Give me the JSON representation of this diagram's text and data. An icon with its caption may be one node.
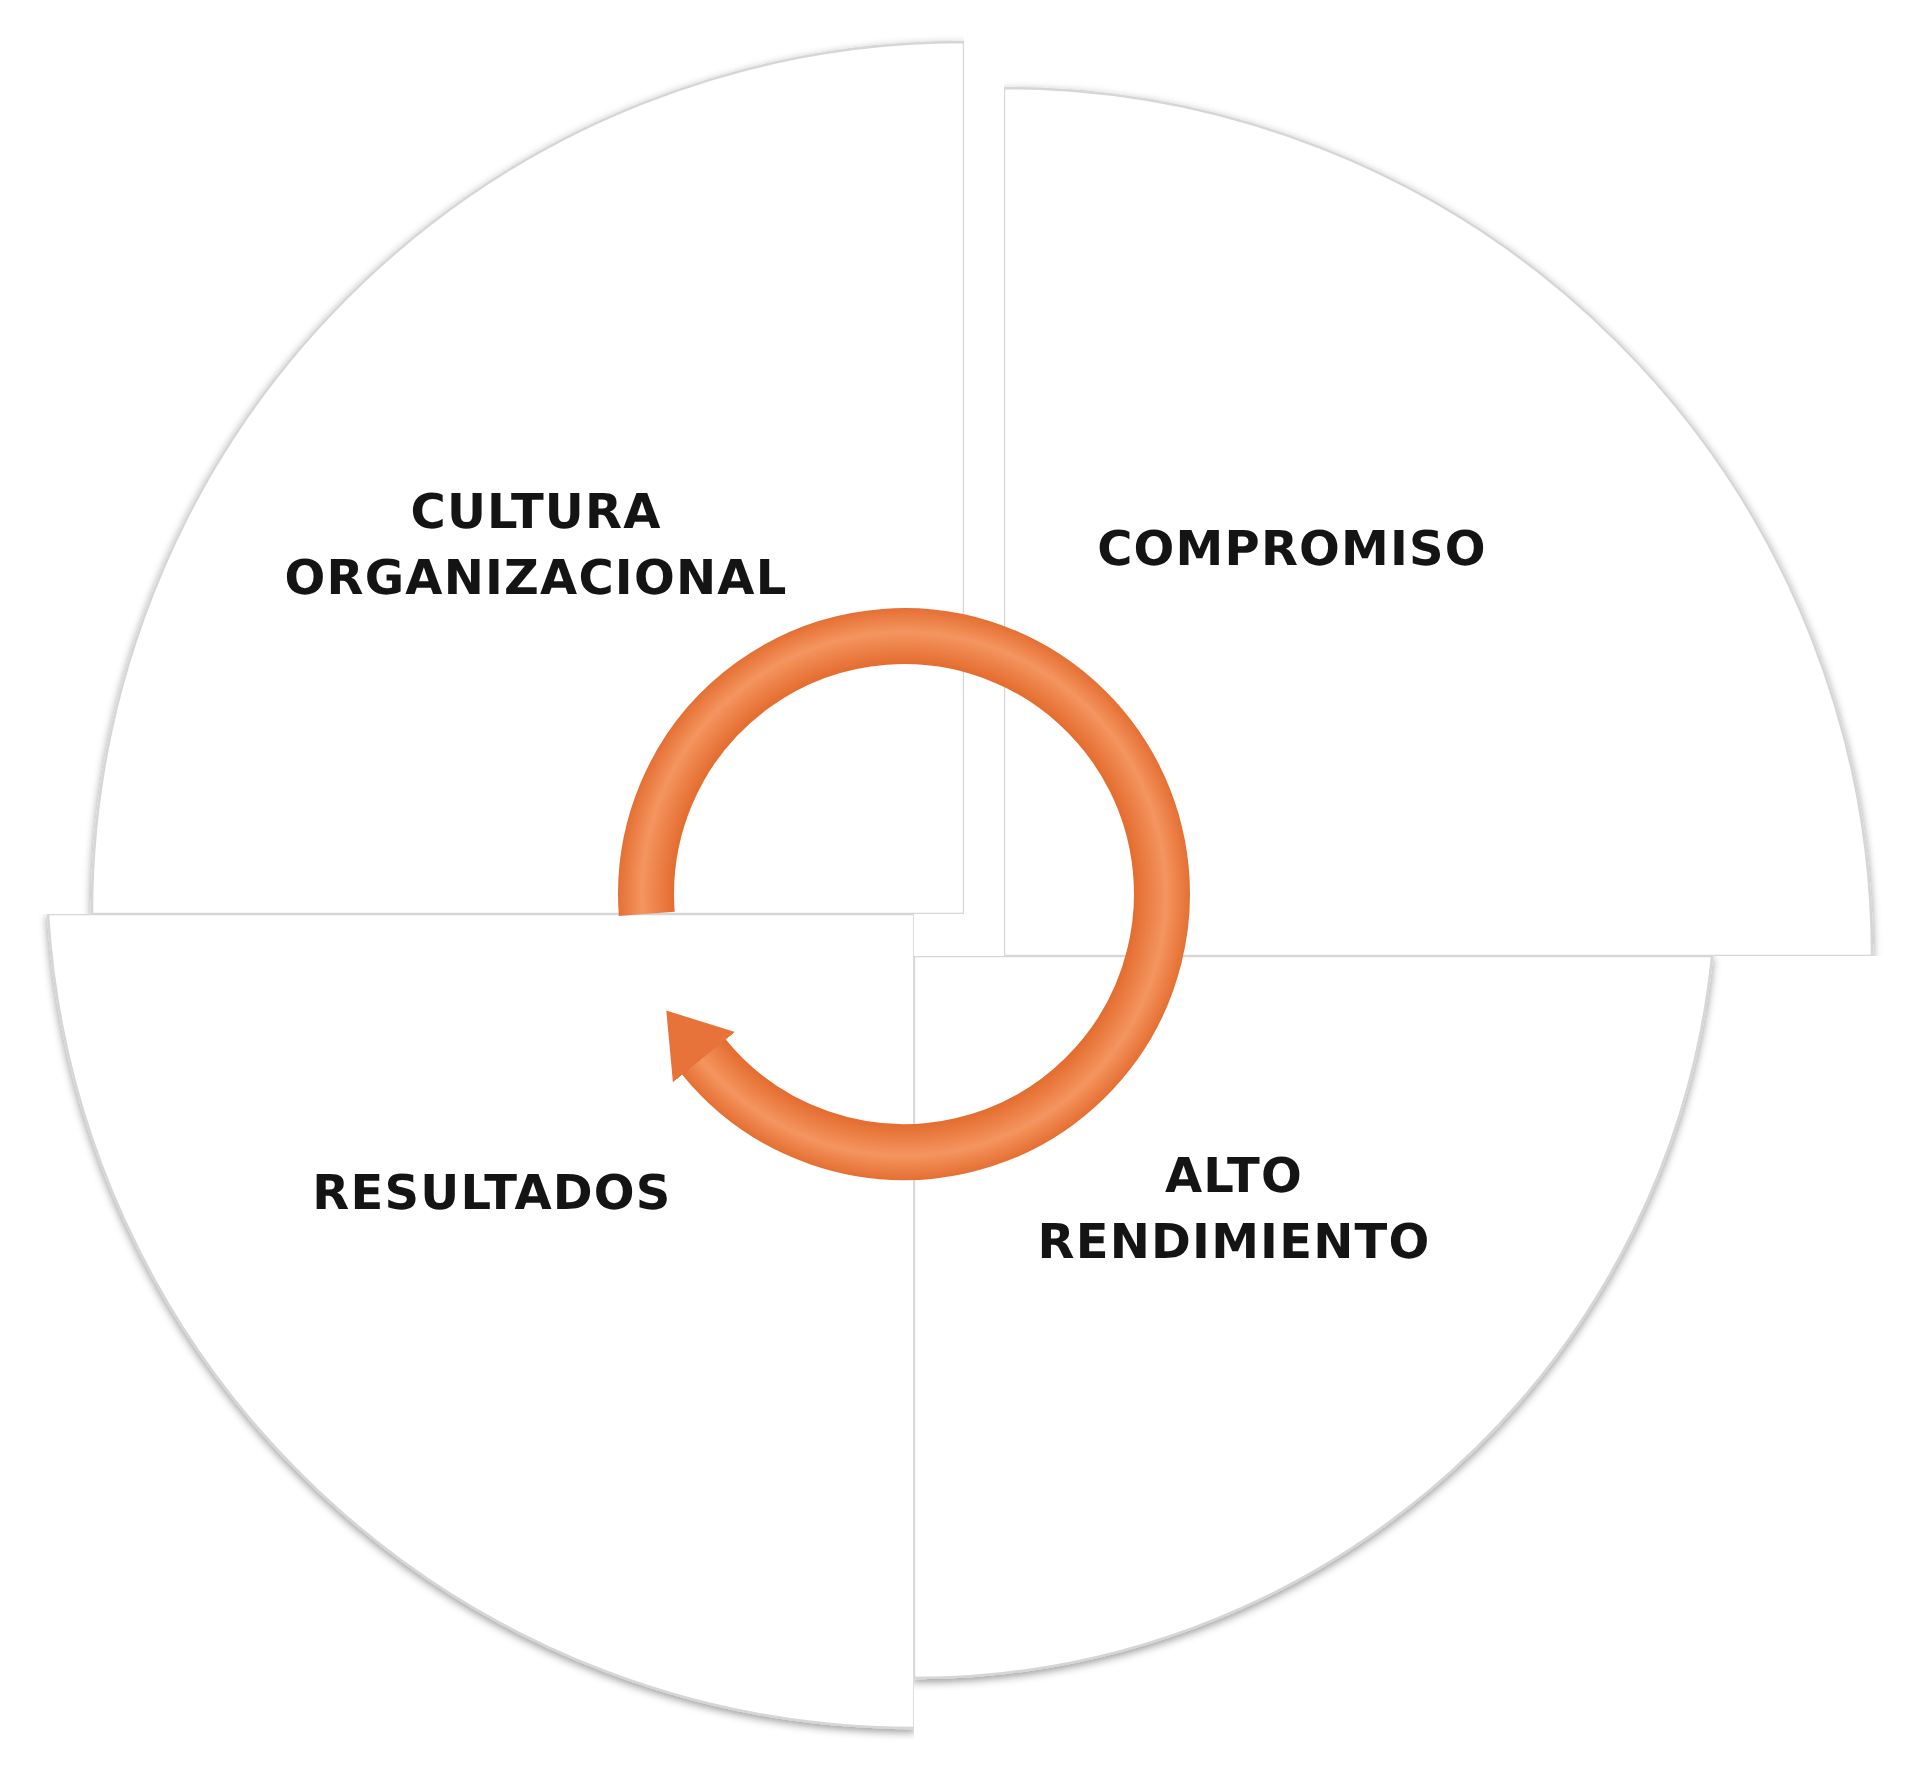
{
  "diagram": {
    "nodes": [
      {
        "text": [
          "CULTURA ORGANIZACIONAL"
        ]
      },
      {
        "text": [
          "COMPROMISO"
        ]
      },
      {
        "text": [
          "ALTO RENDIMIENTO"
        ]
      },
      {
        "text": [
          "RESULTADOS"
        ]
      }
    ],
    "edges": [
      {
        "from": 0,
        "to": 1,
        "arrow": "none"
      },
      {
        "from": 1,
        "to": 2,
        "arrow": "none"
      },
      {
        "from": 2,
        "to": 3,
        "arrow": "to"
      }
    ]
  }
}
